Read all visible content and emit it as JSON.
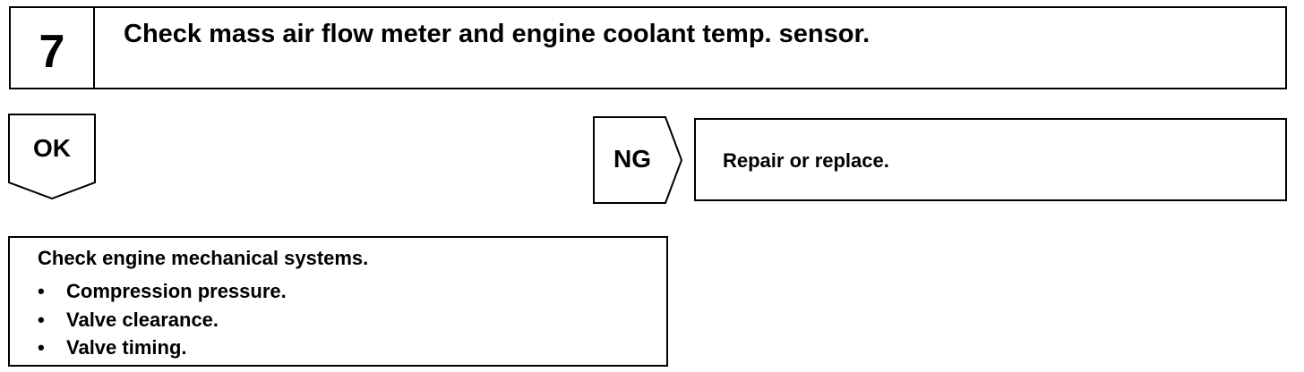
{
  "step": {
    "number": "7",
    "title": "Check mass air flow meter and engine coolant temp. sensor."
  },
  "ok_branch": {
    "label": "OK",
    "heading": "Check engine mechanical systems.",
    "items": [
      "Compression pressure.",
      "Valve clearance.",
      "Valve timing."
    ],
    "bullet": "•"
  },
  "ng_branch": {
    "label": "NG",
    "action": "Repair or replace."
  }
}
